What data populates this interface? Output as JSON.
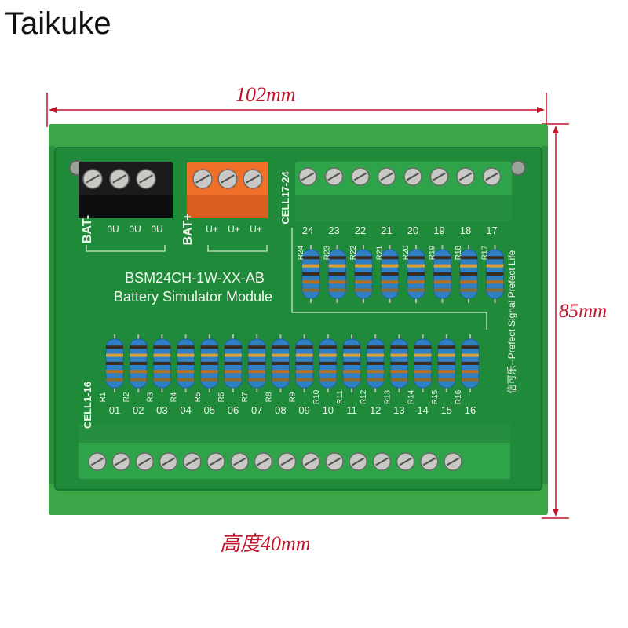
{
  "brand": "Taikuke",
  "dimensions": {
    "width": "102mm",
    "height": "85mm",
    "depth": "高度40mm"
  },
  "board": {
    "model": "BSM24CH-1W-XX-AB",
    "name": "Battery Simulator Module",
    "slogan": "信可乐--Prefect Signal Prefect Life",
    "bat_neg_label": "BAT-",
    "bat_pos_label": "BAT+",
    "bat_neg_pins": [
      "0U",
      "0U",
      "0U"
    ],
    "bat_pos_pins": [
      "U+",
      "U+",
      "U+"
    ],
    "cell_upper_label": "CELL17-24",
    "cell_lower_label": "CELL1-16",
    "upper_channels": [
      "24",
      "23",
      "22",
      "21",
      "20",
      "19",
      "18",
      "17"
    ],
    "upper_resistors": [
      "R24",
      "R23",
      "R22",
      "R21",
      "R20",
      "R19",
      "R18",
      "R17"
    ],
    "lower_channels": [
      "01",
      "02",
      "03",
      "04",
      "05",
      "06",
      "07",
      "08",
      "09",
      "10",
      "11",
      "12",
      "13",
      "14",
      "15",
      "16"
    ],
    "lower_resistors": [
      "R1",
      "R2",
      "R3",
      "R4",
      "R5",
      "R6",
      "R7",
      "R8",
      "R9",
      "R10",
      "R11",
      "R12",
      "R13",
      "R14",
      "R15",
      "R16"
    ]
  },
  "colors": {
    "pcb": "#1f8a3a",
    "rail": "#3aa648",
    "terminal_green": "#2fa34a",
    "terminal_black": "#1c1a1c",
    "terminal_orange": "#f0702a",
    "resistor_body": "#2f7fc4",
    "dimension_red": "#c0162b"
  }
}
